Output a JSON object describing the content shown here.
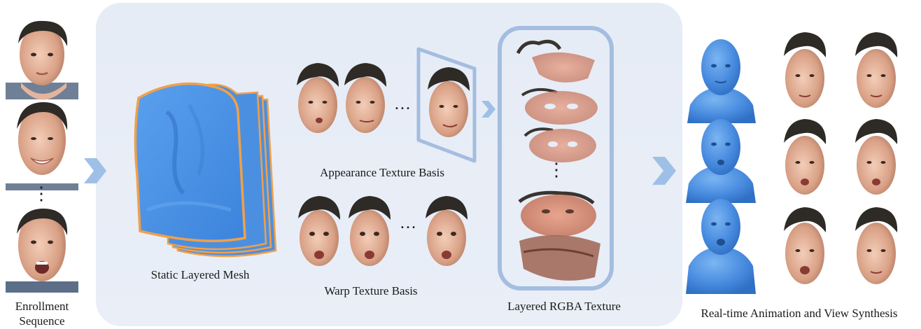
{
  "labels": {
    "enrollment_line1": "Enrollment",
    "enrollment_line2": "Sequence",
    "static_mesh": "Static Layered Mesh",
    "appearance_basis": "Appearance Texture Basis",
    "warp_basis": "Warp Texture Basis",
    "rgba_texture": "Layered RGBA Texture",
    "realtime": "Real-time Animation and View Synthesis"
  },
  "ellipsis": {
    "vertical": "⋮",
    "horizontal": "…"
  },
  "colors": {
    "panel_bg": "#e7edf7",
    "arrow": "#9fc0e6",
    "mesh_blue": "#4a90e2",
    "mesh_outline": "#f0a04b",
    "bust_blue": "#4a86d4",
    "skin": "#e8b9a2",
    "hair": "#2e2a26"
  }
}
